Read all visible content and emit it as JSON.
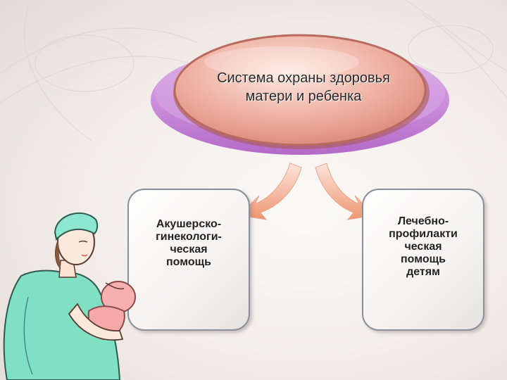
{
  "diagram": {
    "title": "Система охраны здоровья\nматери и ребенка",
    "title_lines": [
      "Система охраны здоровья",
      "матери и ребенка"
    ],
    "boxes": [
      {
        "label": "Акушерско-\nгинекологи-\nческая\nпомощь"
      },
      {
        "label": "Лечебно-\nпрофилакти\nческая\nпомощь\nдетям"
      }
    ]
  },
  "colors": {
    "title_fill": "#e8a29a",
    "title_ring": "#c98ad6",
    "arrow": "#f0a07a",
    "box_border": "#8a8f99",
    "nurse_scrubs": "#6fd6b8"
  },
  "icons": {
    "illustration": "nurse-holding-baby-illustration",
    "arrow_left": "curved-arrow-down-left-icon",
    "arrow_right": "curved-arrow-down-right-icon"
  }
}
